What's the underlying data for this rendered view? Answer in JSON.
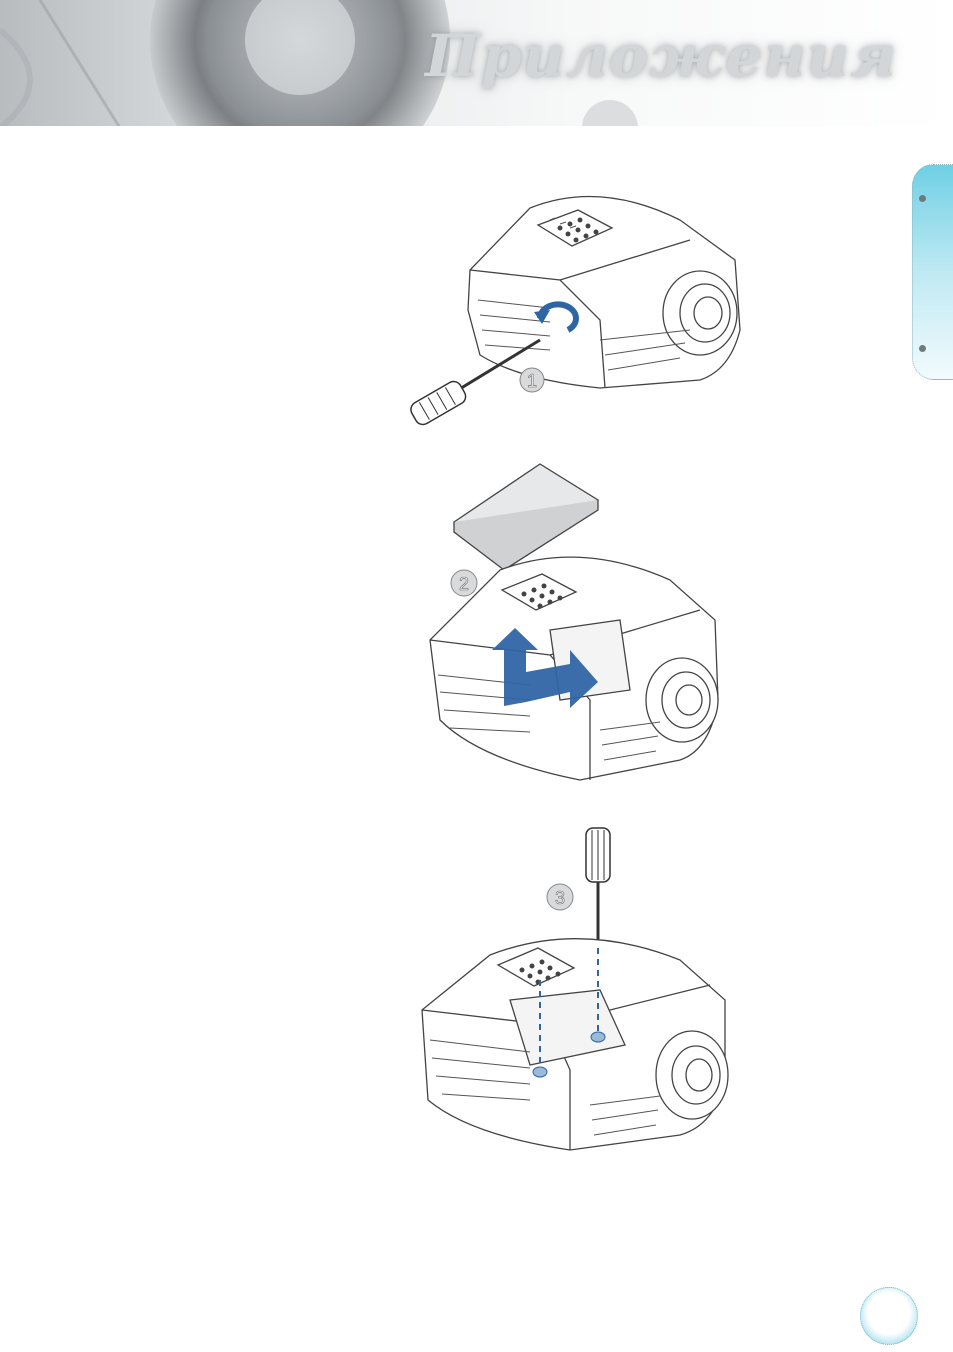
{
  "header": {
    "title": "Приложения"
  },
  "side_tab": {
    "label": ""
  },
  "steps": [
    {
      "label": "1"
    },
    {
      "label": "2"
    },
    {
      "label": "3"
    }
  ],
  "footer": {
    "page_number": ""
  },
  "colors": {
    "accent_blue": "#2f65a5",
    "tab_cyan": "#6fd0e4"
  }
}
